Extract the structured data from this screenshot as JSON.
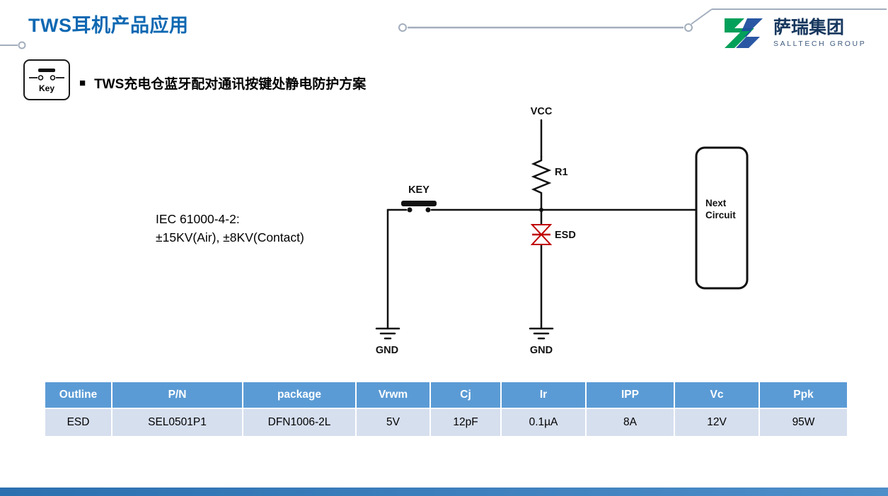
{
  "slide": {
    "title": "TWS耳机产品应用",
    "heading_bullet": "■",
    "heading": "TWS充电仓蓝牙配对通讯按键处静电防护方案",
    "key_icon_label": "Key"
  },
  "logo": {
    "name": "萨瑞集团",
    "subtitle": "SALLTECH GROUP"
  },
  "circuit": {
    "vcc": "VCC",
    "r1": "R1",
    "key": "KEY",
    "esd": "ESD",
    "gnd_left": "GND",
    "gnd_right": "GND",
    "next_line1": "Next",
    "next_line2": "Circuit",
    "iec_line1": "IEC 61000-4-2:",
    "iec_line2": "±15KV(Air), ±8KV(Contact)"
  },
  "table": {
    "headers": [
      "Outline",
      "P/N",
      "package",
      "Vrwm",
      "Cj",
      "Ir",
      "IPP",
      "Vc",
      "Ppk"
    ],
    "rows": [
      [
        "ESD",
        "SEL0501P1",
        "DFN1006-2L",
        "5V",
        "12pF",
        "0.1µA",
        "8A",
        "12V",
        "95W"
      ]
    ]
  },
  "colors": {
    "title_blue": "#0E68B2",
    "table_header_blue": "#5B9BD5",
    "table_row_blue": "#D6DFEE",
    "esd_red": "#C00000",
    "bottom_bar_blue": "#2E75B6",
    "logo_green": "#00A05A",
    "logo_blue": "#1D4E9E"
  }
}
